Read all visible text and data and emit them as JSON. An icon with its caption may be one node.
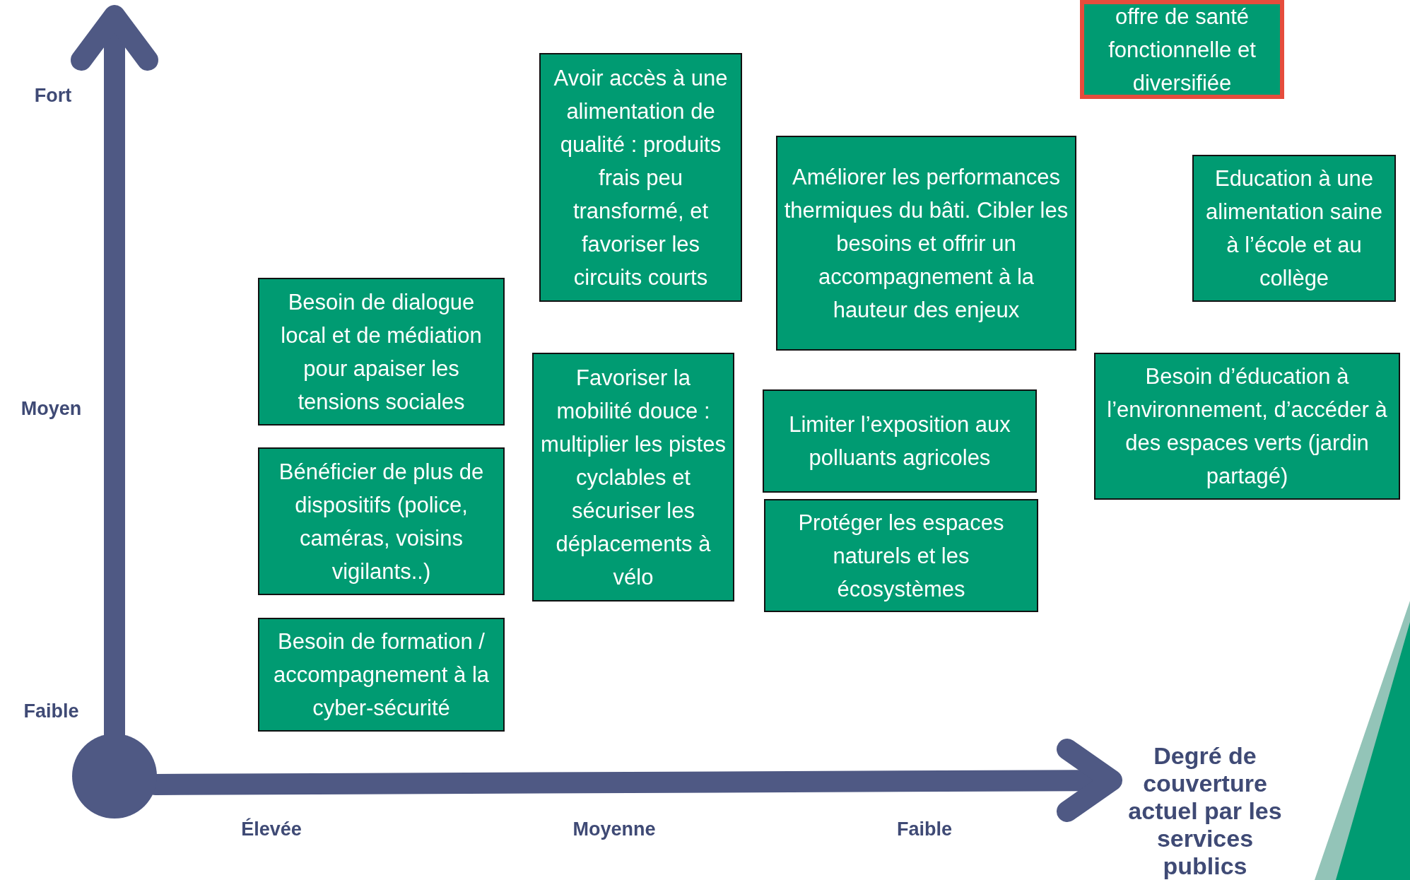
{
  "diagram": {
    "nodes": [
      {
        "text": [
          "offre de santé fonctionnelle et diversifiée"
        ]
      },
      {
        "text": [
          "Avoir accès à une alimentation de qualité : produits frais peu transformé, et favoriser les circuits courts"
        ]
      },
      {
        "text": [
          "Améliorer les performances thermiques du bâti. Cibler les besoins et offrir un accompagnement à la hauteur des enjeux"
        ]
      },
      {
        "text": [
          "Education à une alimentation saine à l’école et au collège"
        ]
      },
      {
        "text": [
          "Besoin de dialogue local et de médiation pour apaiser les tensions sociales"
        ]
      },
      {
        "text": [
          "Favoriser la mobilité douce : multiplier les pistes cyclables et sécuriser les déplacements à vélo"
        ]
      },
      {
        "text": [
          "Limiter l’exposition aux polluants agricoles"
        ]
      },
      {
        "text": [
          "Besoin d’éducation à l’environnement, d’accéder à des espaces verts (jardin partagé)"
        ]
      },
      {
        "text": [
          "Bénéficier de plus de dispositifs (police, caméras, voisins vigilants..)"
        ]
      },
      {
        "text": [
          "Protéger les espaces naturels et les écosystèmes"
        ]
      },
      {
        "text": [
          "Besoin de formation / accompagnement à la cyber-sécurité"
        ]
      }
    ],
    "labels": [
      "Fort",
      "Moyen",
      "Faible",
      "Élevée",
      "Moyenne",
      "Faible",
      "Degré de couverture actuel par les services publics"
    ]
  }
}
